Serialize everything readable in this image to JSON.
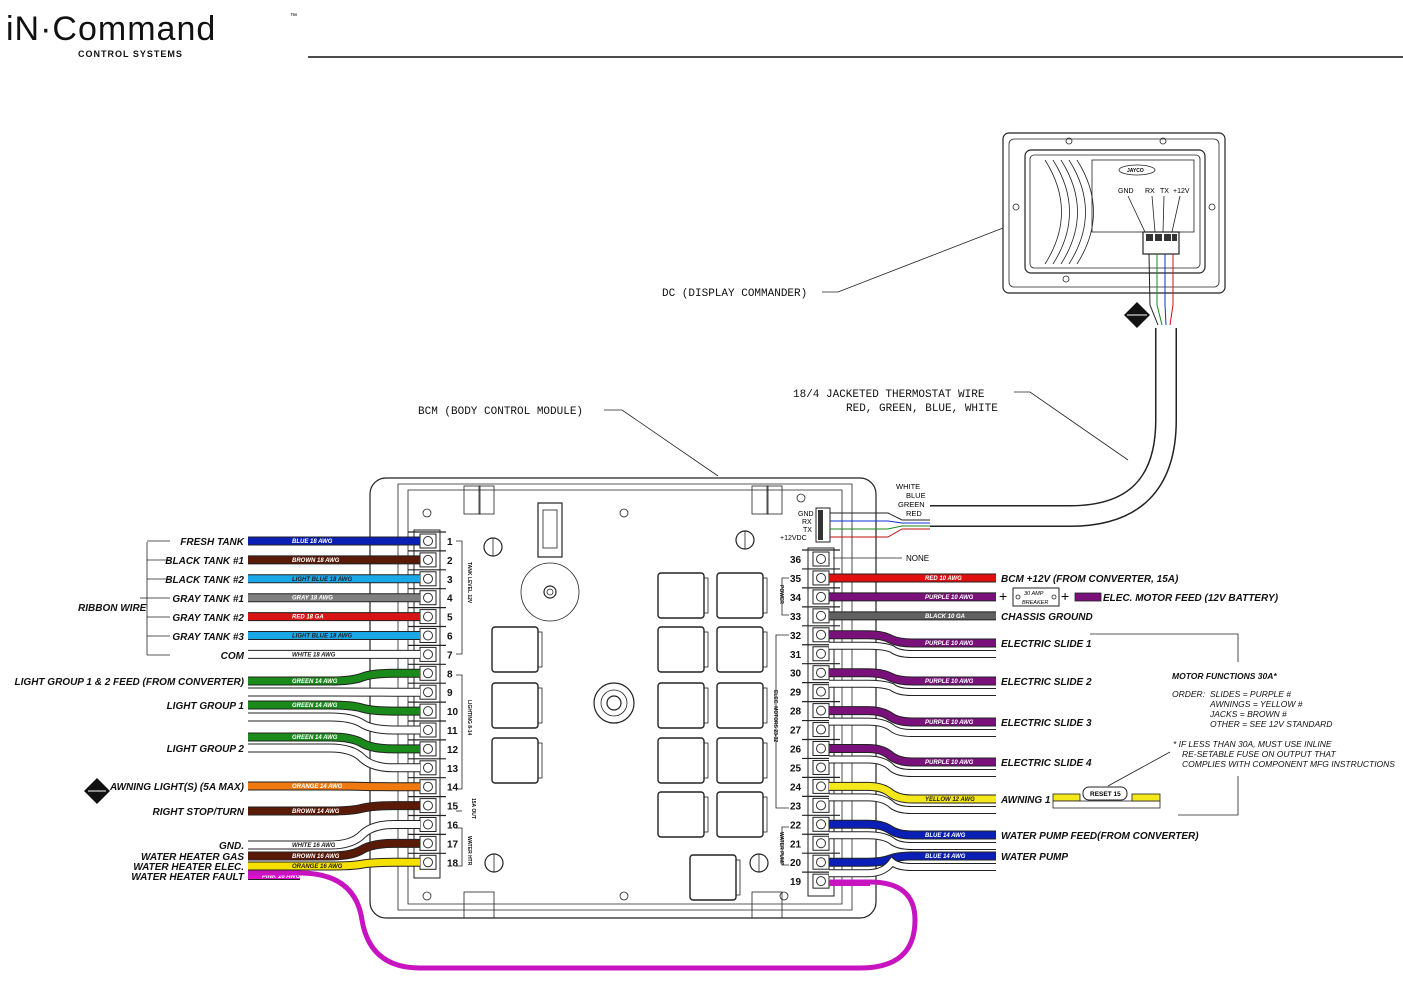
{
  "logo": {
    "brand": "iN·Command",
    "trademark": "™",
    "subtitle": "CONTROL SYSTEMS"
  },
  "display_commander": {
    "label": "DC (DISPLAY COMMANDER)",
    "pins": [
      "GND",
      "RX",
      "TX",
      "+12V"
    ]
  },
  "thermostat_wire": {
    "line1": "18/4 JACKETED THERMOSTAT WIRE",
    "line2": "RED, GREEN, BLUE, WHITE",
    "colors": [
      "WHITE",
      "BLUE",
      "GREEN",
      "RED"
    ]
  },
  "bcm": {
    "label": "BCM (BODY CONTROL MODULE)",
    "comm_pins": [
      "GND",
      "RX",
      "TX",
      "+12VDC"
    ],
    "pin36_label": "NONE"
  },
  "group_labels": {
    "tank_level": "TANK LEVEL 12V",
    "lighting": "LIGHTING 8-14",
    "awning_lt": "15A OUT",
    "water_heater": "WATER HTR",
    "power": "POWER",
    "motors": "ELEC. MOTORS 23-32",
    "water_pump": "WATER PUMP"
  },
  "ribbon_wire_label": "RIBBON WIRE",
  "left_wires": [
    {
      "pin": "1",
      "label": "FRESH TANK",
      "color": "#0a1fb5",
      "wire_text": "BLUE 18 AWG",
      "ribbon": true
    },
    {
      "pin": "2",
      "label": "BLACK TANK #1",
      "color": "#5a1a08",
      "wire_text": "BROWN 18 AWG",
      "ribbon": true
    },
    {
      "pin": "3",
      "label": "BLACK TANK #2",
      "color": "#1aa8e8",
      "wire_text": "LIGHT BLUE 18 AWG",
      "ribbon": true
    },
    {
      "pin": "4",
      "label": "GRAY TANK #1",
      "color": "#808080",
      "wire_text": "GRAY 18 AWG",
      "ribbon": true
    },
    {
      "pin": "5",
      "label": "GRAY TANK #2",
      "color": "#d81414",
      "wire_text": "RED 18 GA",
      "ribbon": true
    },
    {
      "pin": "6",
      "label": "GRAY TANK #3",
      "color": "#1aa8e8",
      "wire_text": "LIGHT BLUE 18 AWG",
      "ribbon": true
    },
    {
      "pin": "7",
      "label": "COM",
      "color": "#ffffff",
      "wire_text": "WHITE 18 AWG",
      "ribbon": true
    },
    {
      "pin": "8",
      "label": "LIGHT GROUP 1 & 2 FEED (FROM CONVERTER)",
      "color": "#1a8a1a",
      "wire_text": "GREEN 14 AWG"
    },
    {
      "pin": "9",
      "label": "",
      "color": "#ffffff",
      "wire_text": ""
    },
    {
      "pin": "10",
      "label": "LIGHT GROUP 1",
      "color": "#1a8a1a",
      "wire_text": "GREEN 14 AWG"
    },
    {
      "pin": "11",
      "label": "",
      "color": "#ffffff",
      "wire_text": ""
    },
    {
      "pin": "12",
      "label": "LIGHT GROUP 2",
      "color": "#1a8a1a",
      "wire_text": "GREEN 14 AWG"
    },
    {
      "pin": "13",
      "label": "",
      "color": "#ffffff",
      "wire_text": ""
    },
    {
      "pin": "14",
      "label": "AWNING LIGHT(S) (5A MAX)",
      "color": "#f07a10",
      "wire_text": "ORANGE 14 AWG"
    },
    {
      "pin": "15",
      "label": "RIGHT STOP/TURN",
      "color": "#5a1a08",
      "wire_text": "BROWN 14 AWG"
    },
    {
      "pin": "16",
      "label": "GND.",
      "color": "#ffffff",
      "wire_text": "WHITE 16 AWG"
    },
    {
      "pin": "17",
      "label": "WATER HEATER GAS",
      "color": "#5a1a08",
      "wire_text": "BROWN 16 AWG"
    },
    {
      "pin": "18",
      "label": "WATER HEATER ELEC.",
      "color": "#f5e000",
      "wire_text": "ORANGE 16 AWG"
    },
    {
      "pin": "19",
      "label": "WATER HEATER FAULT",
      "color": "#e010d0",
      "wire_text": "PINK 16 AWG"
    }
  ],
  "right_wires": [
    {
      "pin": "35",
      "label": "BCM +12V (FROM CONVERTER, 15A)",
      "color": "#e01010",
      "wire_text": "RED 10 AWG"
    },
    {
      "pin": "34",
      "label": "ELEC. MOTOR FEED (12V BATTERY)",
      "color": "#7a107a",
      "wire_text": "PURPLE 10 AWG"
    },
    {
      "pin": "33",
      "label": "CHASSIS GROUND",
      "color": "#606060",
      "wire_text": "BLACK 10 GA"
    },
    {
      "pin": "32",
      "label": "ELECTRIC SLIDE 1",
      "color": "#7a107a",
      "wire_text": "PURPLE 10 AWG"
    },
    {
      "pin": "30",
      "label": "ELECTRIC SLIDE 2",
      "color": "#7a107a",
      "wire_text": "PURPLE 10 AWG"
    },
    {
      "pin": "28",
      "label": "ELECTRIC SLIDE 3",
      "color": "#7a107a",
      "wire_text": "PURPLE 10 AWG"
    },
    {
      "pin": "26",
      "label": "ELECTRIC SLIDE 4",
      "color": "#7a107a",
      "wire_text": "PURPLE 10 AWG"
    },
    {
      "pin": "24",
      "label": "AWNING 1",
      "color": "#f5e81a",
      "wire_text": "YELLOW 12 AWG"
    },
    {
      "pin": "22",
      "label": "WATER PUMP FEED(FROM CONVERTER)",
      "color": "#0a1fb5",
      "wire_text": "BLUE 14 AWG"
    },
    {
      "pin": "20",
      "label": "WATER PUMP",
      "color": "#0a1fb5",
      "wire_text": "BLUE 14 AWG"
    }
  ],
  "right_pin_numbers": [
    "36",
    "35",
    "34",
    "33",
    "32",
    "31",
    "30",
    "29",
    "28",
    "27",
    "26",
    "25",
    "24",
    "23",
    "22",
    "21",
    "20",
    "19"
  ],
  "breaker": {
    "line1": "30 AMP",
    "line2": "BREAKER"
  },
  "reset_fuse": "RESET 15",
  "motor_note": {
    "title": "MOTOR FUNCTIONS 30A*",
    "order_label": "ORDER:",
    "lines": [
      "SLIDES = PURPLE #",
      "AWNINGS = YELLOW #",
      "JACKS = BROWN #",
      "OTHER = SEE 12V STANDARD"
    ],
    "footnote": [
      "* IF LESS THAN 30A, MUST USE INLINE",
      "RE-SETABLE FUSE ON OUTPUT THAT",
      "COMPLIES WITH COMPONENT MFG INSTRUCTIONS"
    ]
  }
}
